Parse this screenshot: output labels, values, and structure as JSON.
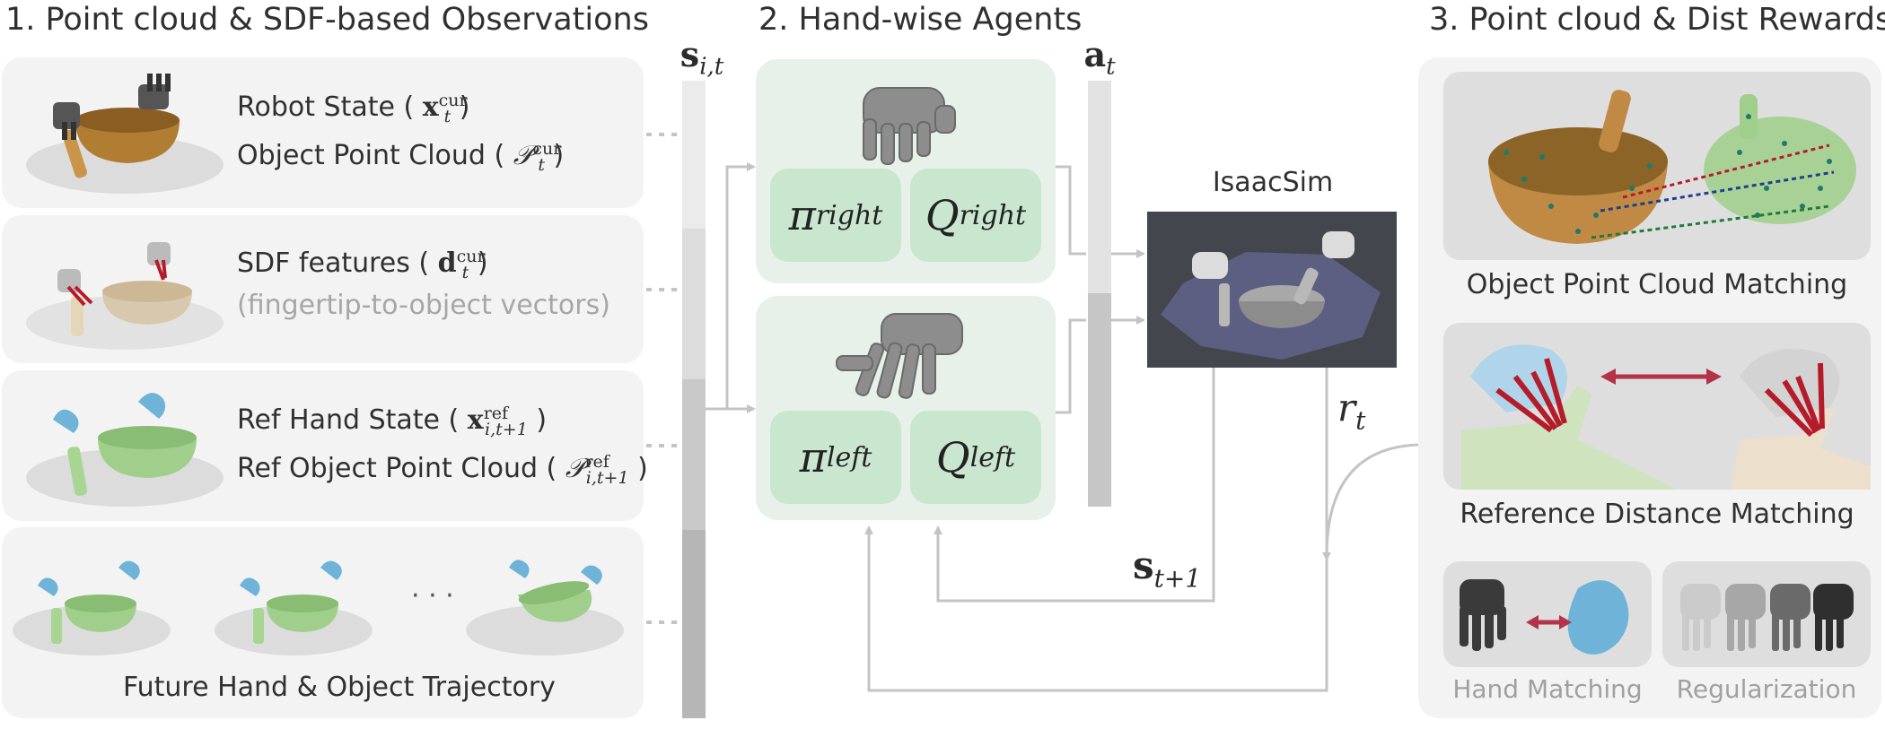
{
  "observations": {
    "title": "1. Point cloud & SDF-based Observations",
    "rows": [
      {
        "line1": "Robot State (",
        "sym1": "x",
        "sup1": "cur",
        "sub1": "t",
        "line1_end": ")",
        "line2": "Object Point Cloud (",
        "sym2": "𝒫",
        "sup2": "cur",
        "sub2": "t",
        "line2_end": ")"
      },
      {
        "line1": "SDF features (",
        "sym1": "d",
        "sup1": "cur",
        "sub1": "t",
        "line1_end": ")",
        "line2": "(fingertip-to-object vectors)"
      },
      {
        "line1": "Ref Hand State (",
        "sym1": "x",
        "sup1": "ref",
        "sub1": "i,t+1",
        "line1_end": ")",
        "line2": "Ref Object Point Cloud (",
        "sym2": "𝒫",
        "sup2": "ref",
        "sub2": "i,t+1",
        "line2_end": ")"
      }
    ],
    "trajectory_caption": "Future Hand & Object Trajectory",
    "ellipsis": "· · ·"
  },
  "agents": {
    "title": "2. Hand-wise Agents",
    "state_label": "s",
    "state_sub": "i,t",
    "action_label": "a",
    "action_sub": "t",
    "right": {
      "pi": "π",
      "pi_sub": "right",
      "q": "Q",
      "q_sub": "right"
    },
    "left": {
      "pi": "π",
      "pi_sub": "left",
      "q": "Q",
      "q_sub": "left"
    }
  },
  "sim": {
    "label": "IsaacSim",
    "reward_label": "r",
    "reward_sub": "t",
    "next_state_label": "s",
    "next_state_sub": "t+1"
  },
  "rewards": {
    "title": "3. Point cloud & Dist Rewards",
    "captions": {
      "pc_matching": "Object Point Cloud Matching",
      "ref_dist": "Reference Distance Matching",
      "hand_matching": "Hand Matching",
      "regularization": "Regularization"
    }
  },
  "colors": {
    "panel_bg": "#f3f3f3",
    "agent_bg": "#e7f1e9",
    "policy_bg": "#c9e6cf",
    "arrow": "#c4c4c4",
    "bowl_gold": "#b8863e",
    "bowl_green": "#9fcf8a",
    "glove_blue": "#6fb3d8",
    "reward_arrow": "#c0344a"
  }
}
